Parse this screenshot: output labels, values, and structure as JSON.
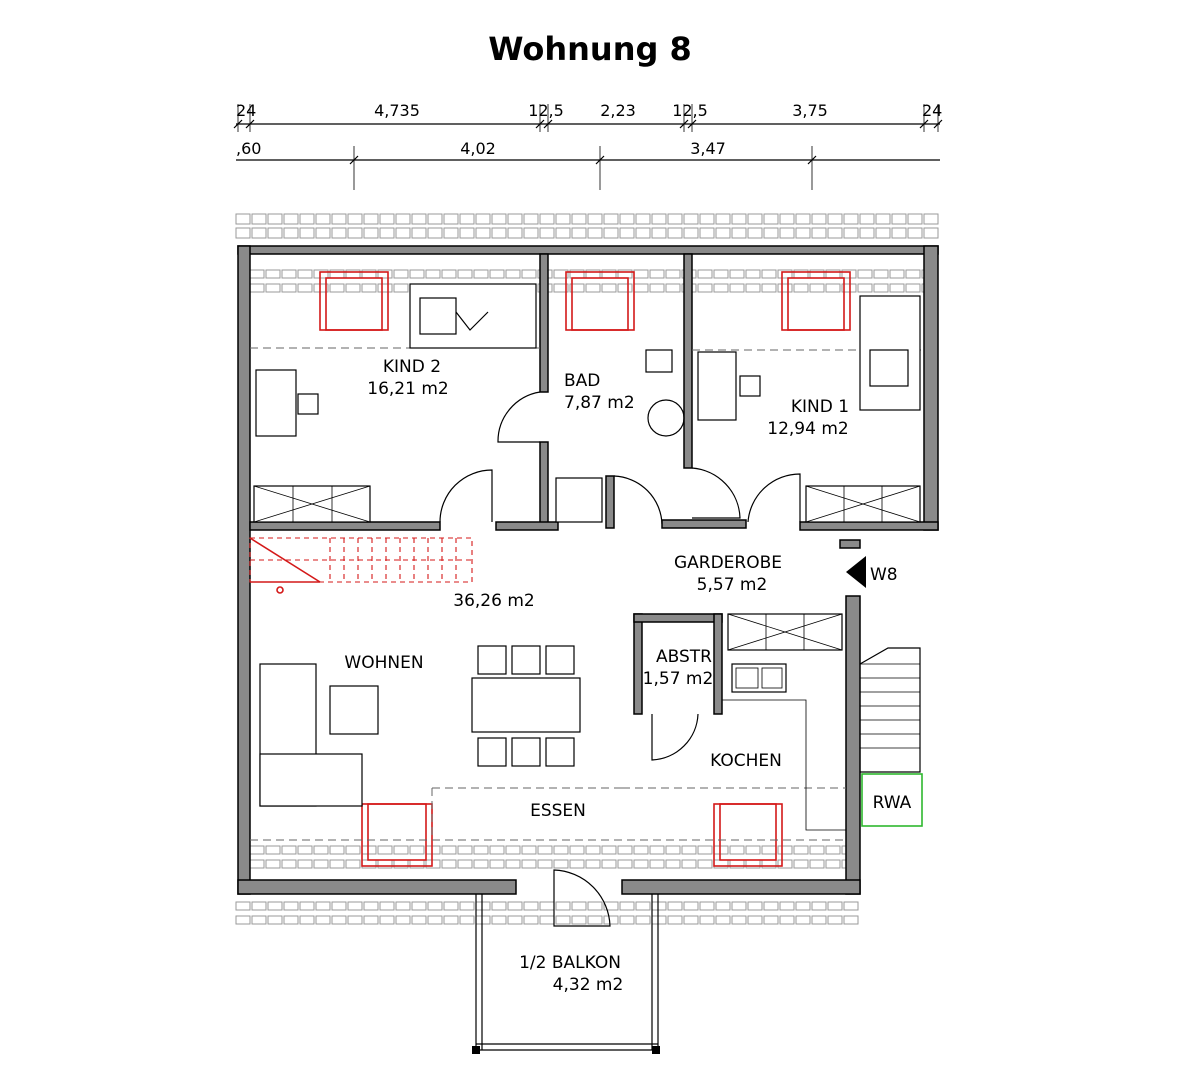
{
  "title": "Wohnung 8",
  "dimensions": {
    "top_row": [
      "24",
      "4,735",
      "12,5",
      "2,23",
      "12,5",
      "3,75",
      "24"
    ],
    "second_row": [
      ",60",
      "4,02",
      "3,47"
    ]
  },
  "rooms": {
    "kind2": {
      "name": "KIND 2",
      "area": "16,21 m2"
    },
    "bad": {
      "name": "BAD",
      "area": "7,87 m2"
    },
    "kind1": {
      "name": "KIND 1",
      "area": "12,94 m2"
    },
    "garderobe": {
      "name": "GARDEROBE",
      "area": "5,57 m2"
    },
    "wohnen_area": "36,26 m2",
    "wohnen": "WOHNEN",
    "abstr": {
      "name": "ABSTR",
      "area": "1,57 m2"
    },
    "kochen": "KOCHEN",
    "essen": "ESSEN",
    "balkon": {
      "name": "1/2 BALKON",
      "area": "4,32 m2"
    }
  },
  "entrance": "W8",
  "rwa": "RWA"
}
